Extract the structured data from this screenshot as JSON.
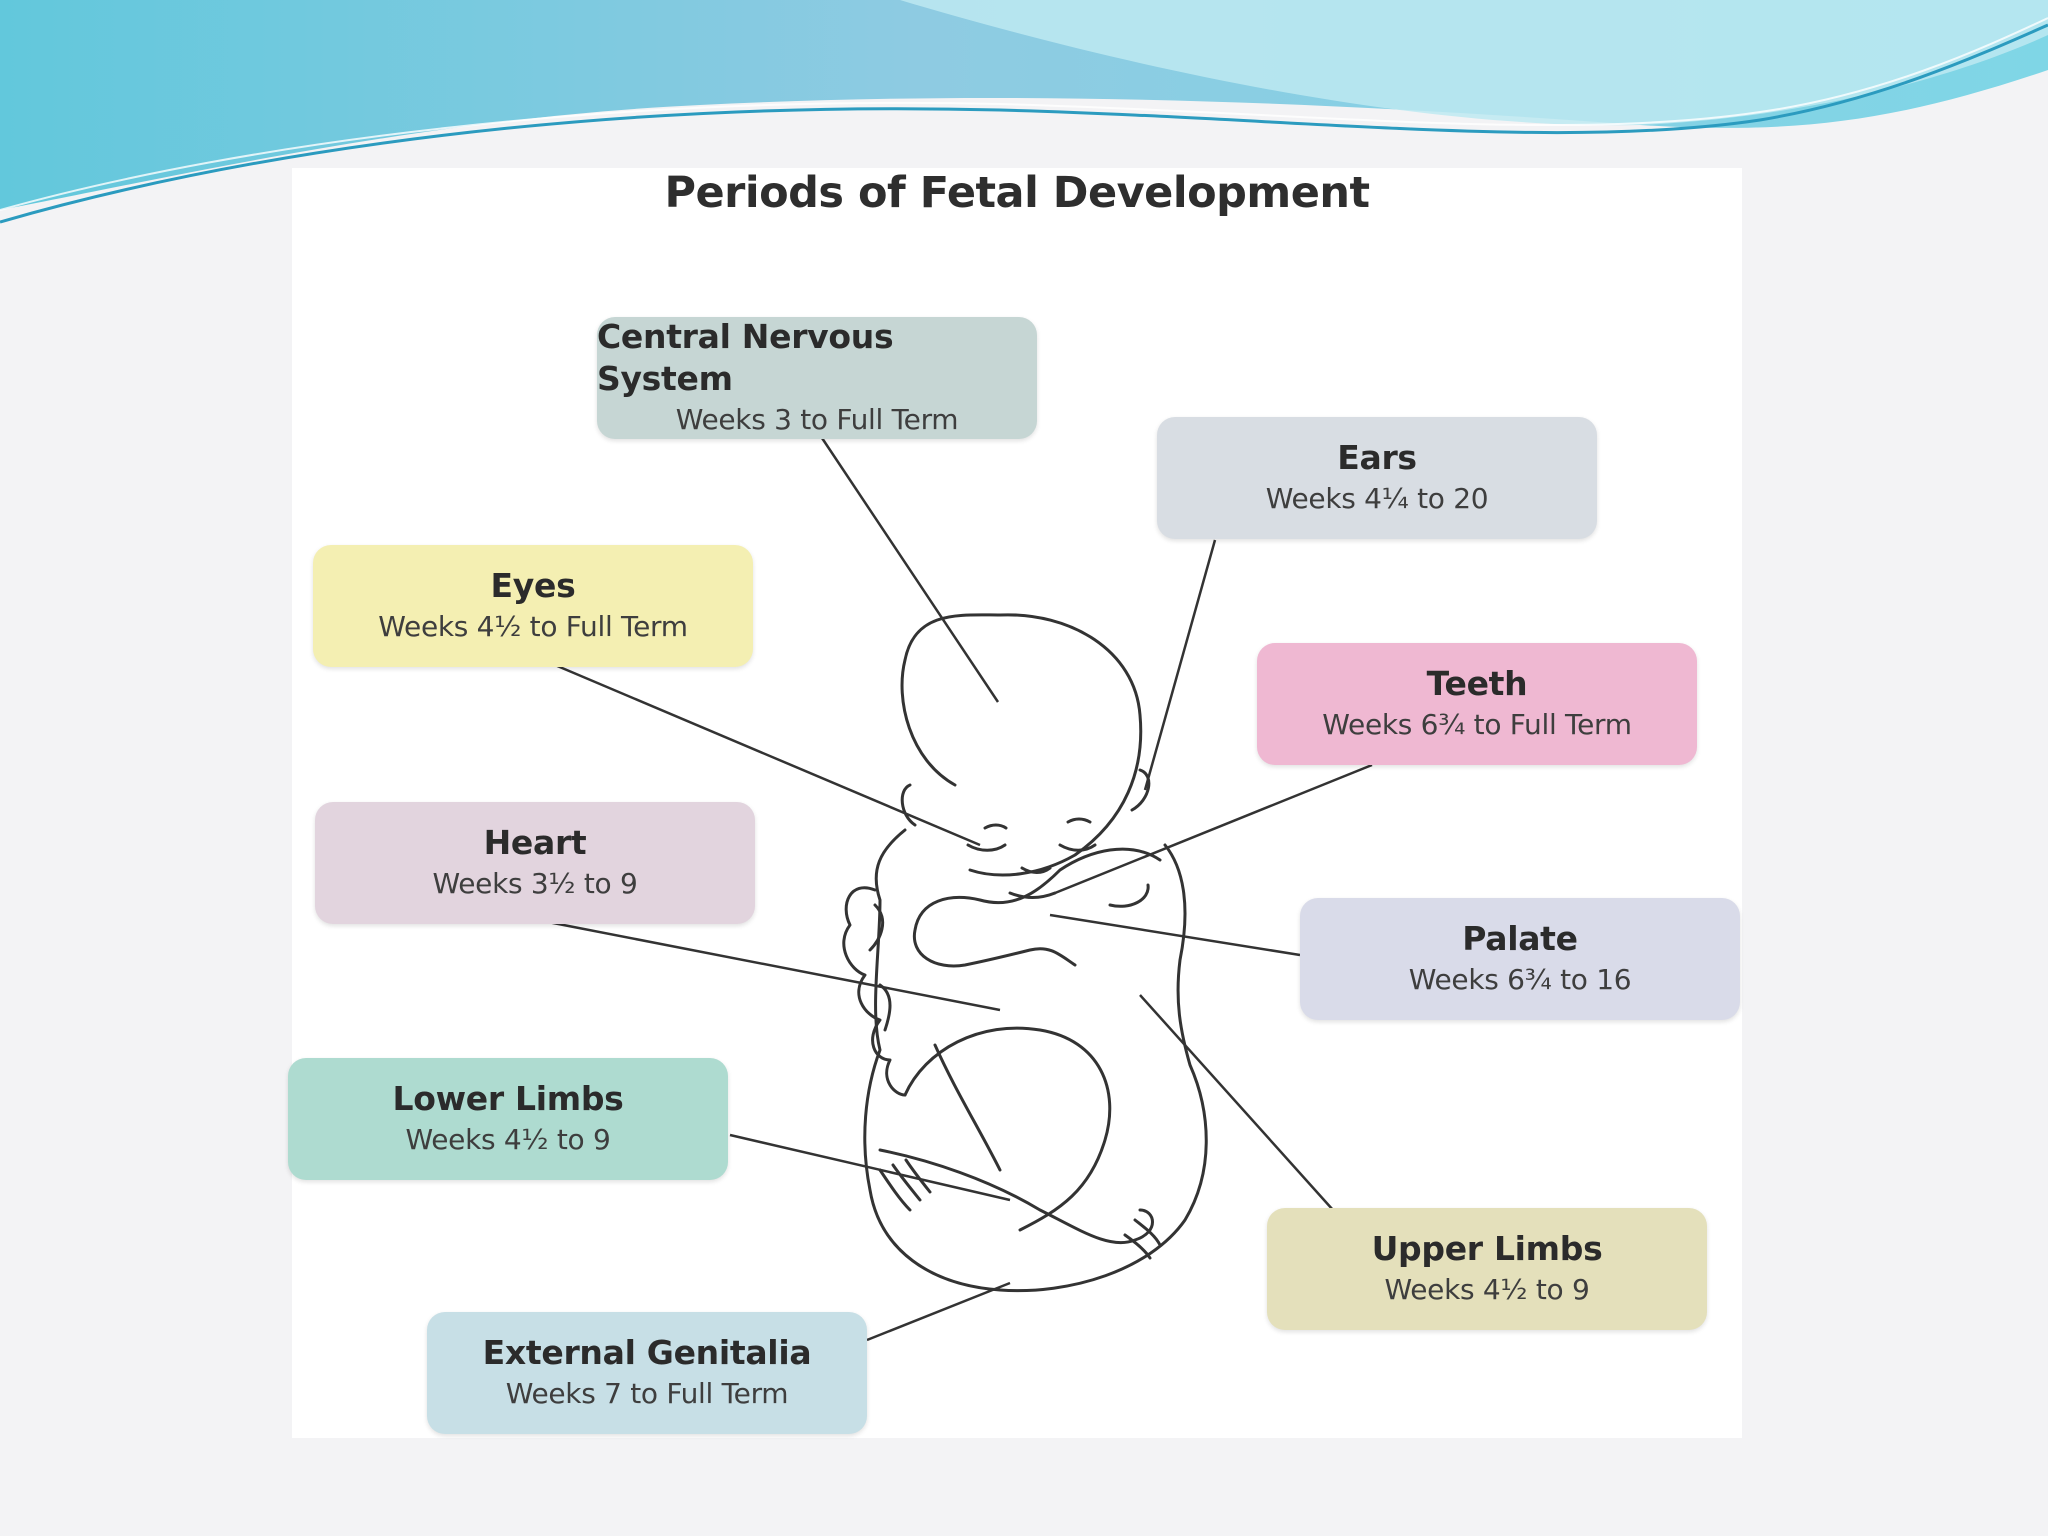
{
  "diagram": {
    "title": "Periods of Fetal Development",
    "labels": [
      {
        "id": "cns",
        "name": "Central Nervous System",
        "weeks": "Weeks 3 to Full Term",
        "color": "#c6d6d4"
      },
      {
        "id": "ears",
        "name": "Ears",
        "weeks": "Weeks 4¼ to 20",
        "color": "#d8dde3"
      },
      {
        "id": "eyes",
        "name": "Eyes",
        "weeks": "Weeks 4½ to Full Term",
        "color": "#f4efb2"
      },
      {
        "id": "teeth",
        "name": "Teeth",
        "weeks": "Weeks 6¾ to Full Term",
        "color": "#efb8d2"
      },
      {
        "id": "heart",
        "name": "Heart",
        "weeks": "Weeks 3½ to 9",
        "color": "#e2d4de"
      },
      {
        "id": "palate",
        "name": "Palate",
        "weeks": "Weeks 6¾ to 16",
        "color": "#d9dbe9"
      },
      {
        "id": "lower-limbs",
        "name": "Lower Limbs",
        "weeks": "Weeks 4½ to 9",
        "color": "#aedbd0"
      },
      {
        "id": "upper-limbs",
        "name": "Upper Limbs",
        "weeks": "Weeks 4½ to 9",
        "color": "#e4e0bb"
      },
      {
        "id": "genitalia",
        "name": "External Genitalia",
        "weeks": "Weeks 7 to Full Term",
        "color": "#c7dfe6"
      }
    ]
  }
}
